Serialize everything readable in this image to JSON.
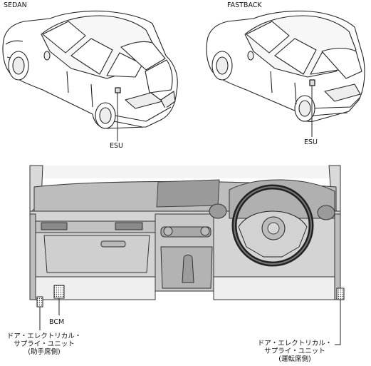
{
  "top_views": {
    "sedan": {
      "title": "SEDAN",
      "callout": "ESU"
    },
    "fastback": {
      "title": "FASTBACK",
      "callout": "ESU"
    }
  },
  "dashboard": {
    "bcm_label": "BCM",
    "passenger_unit": {
      "line1": "ドア・エレクトリカル・",
      "line2": "サプライ・ユニット",
      "line3": "(助手席側)"
    },
    "driver_unit": {
      "line1": "ドア・エレクトリカル・",
      "line2": "サプライ・ユニット",
      "line3": "(運転席側)"
    }
  }
}
